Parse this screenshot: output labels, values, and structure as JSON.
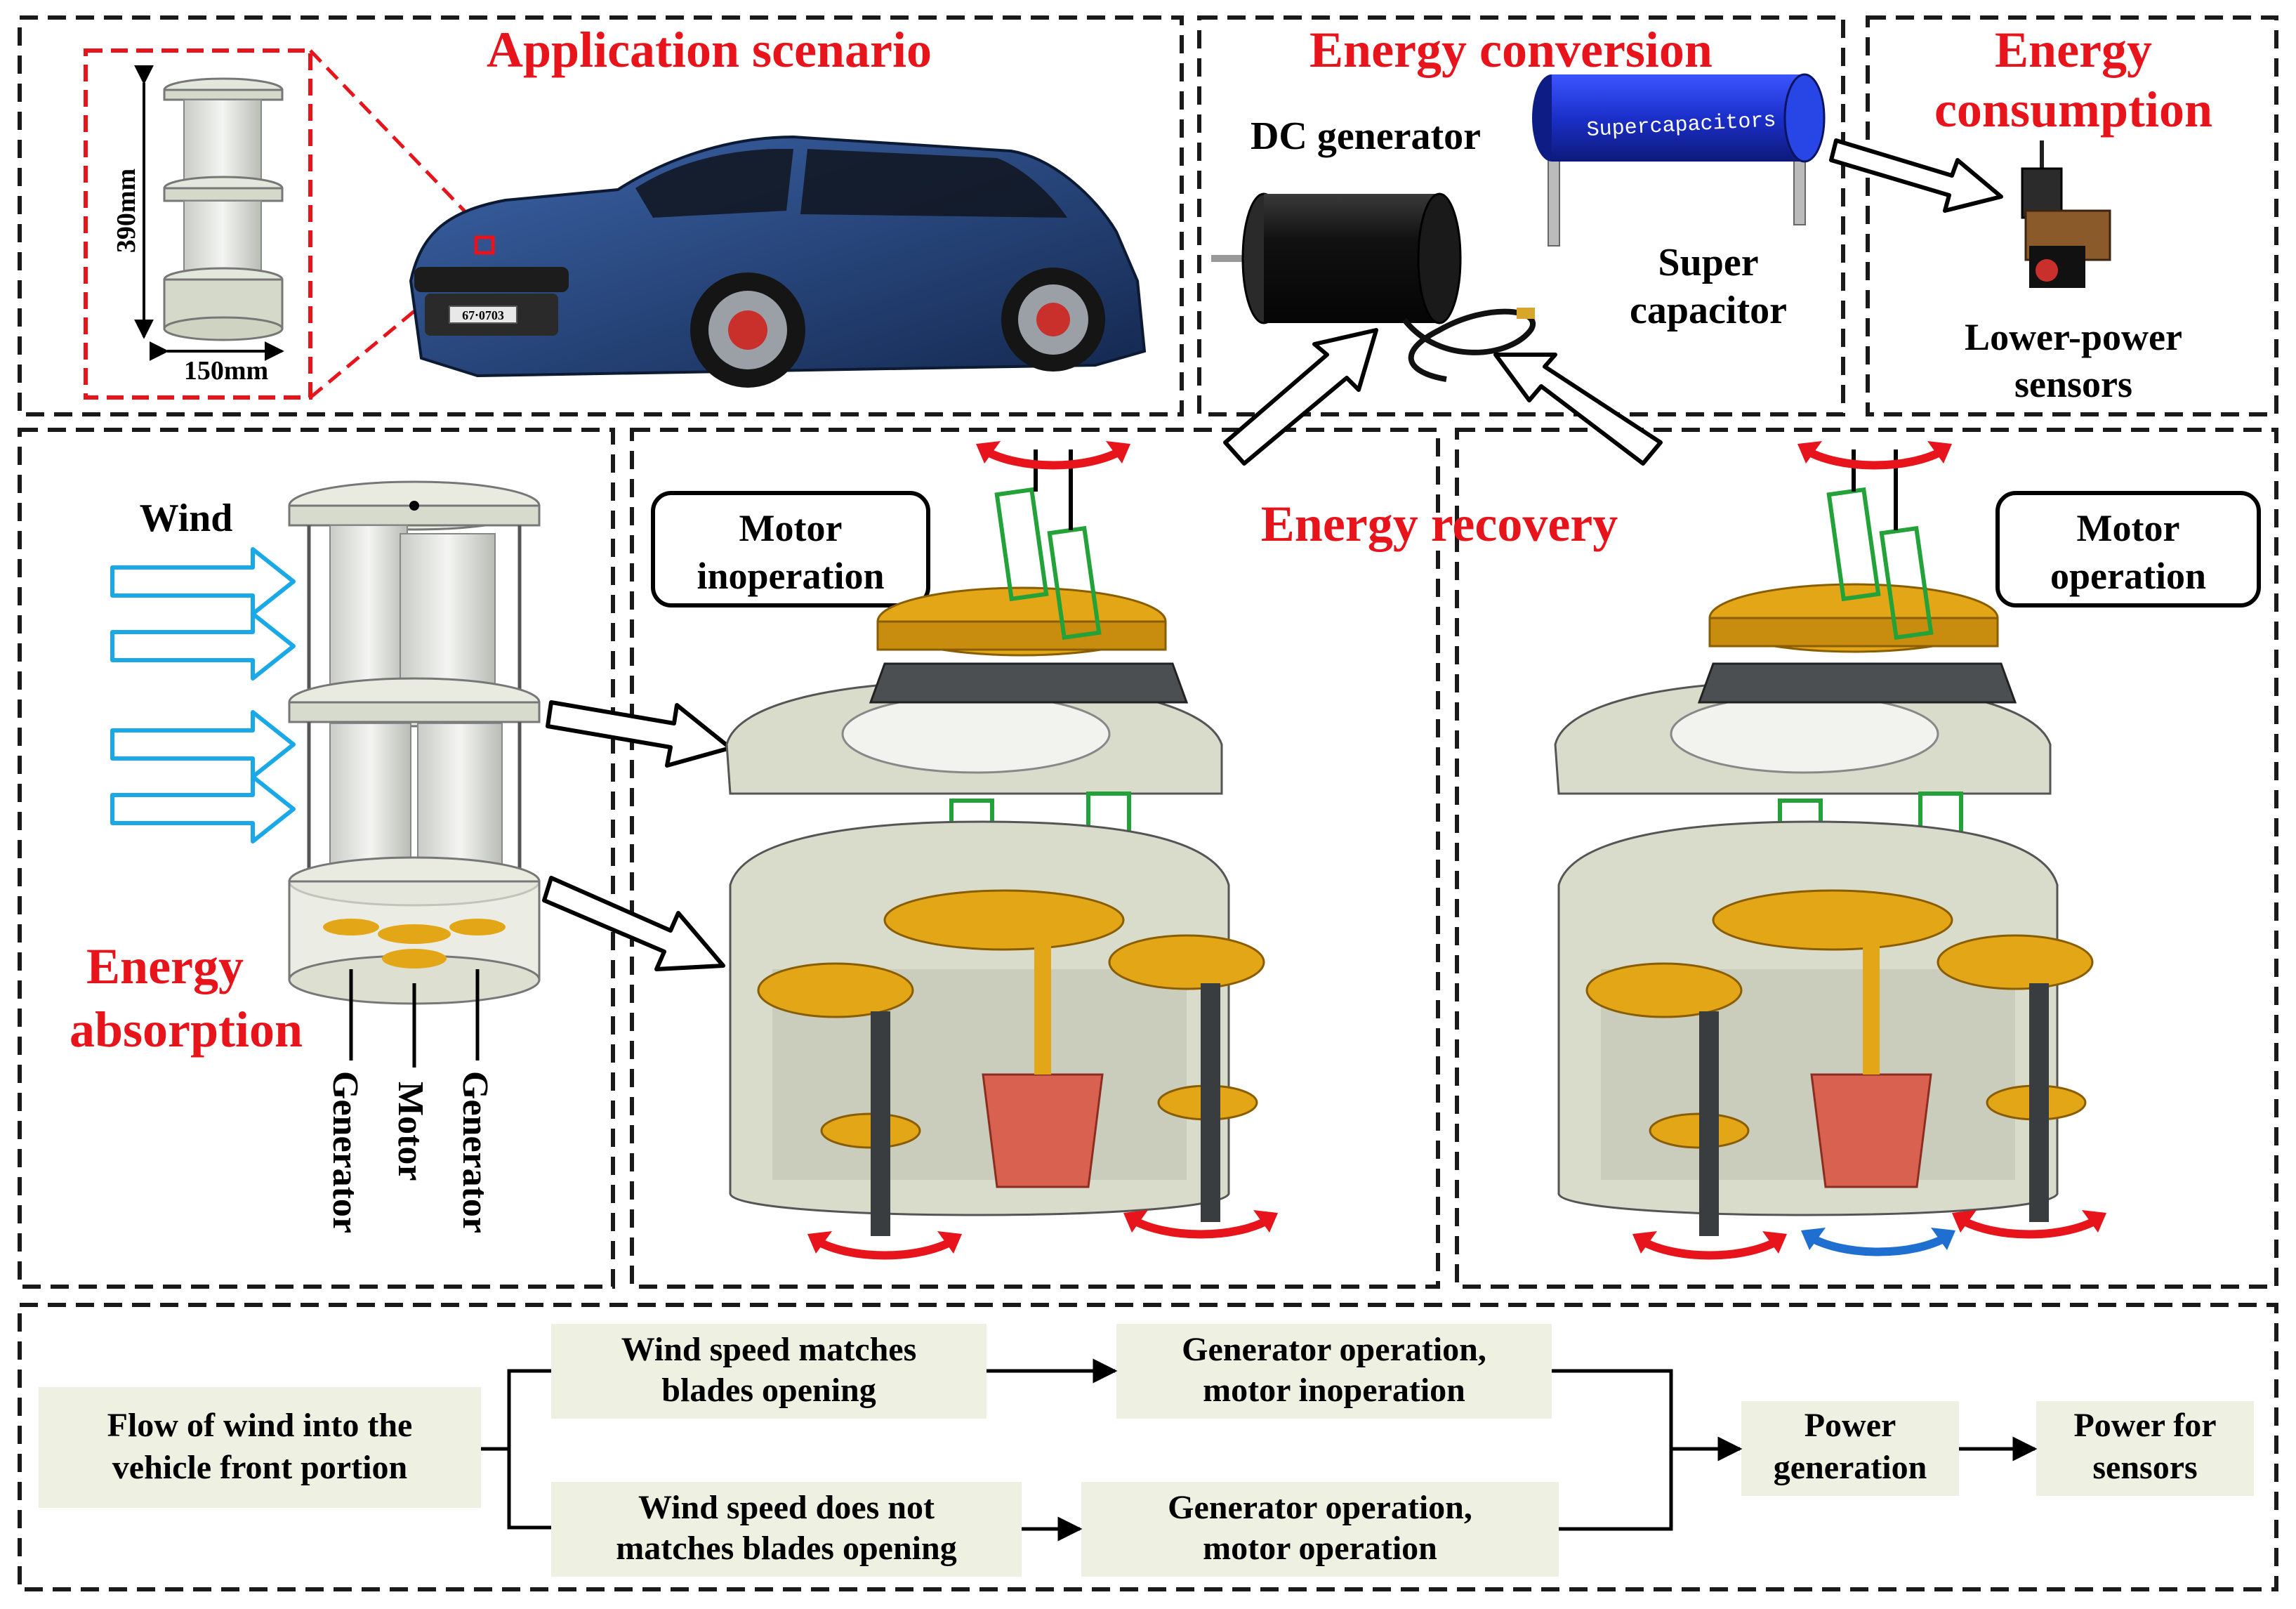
{
  "panels": {
    "application": {
      "title": "Application scenario",
      "height_label": "390mm",
      "width_label": "150mm",
      "plate_text": "67‧0703"
    },
    "conversion": {
      "title": "Energy conversion",
      "generator_label": "DC generator",
      "supercap_text": "Supercapacitors",
      "supercap_label_1": "Super",
      "supercap_label_2": "capacitor"
    },
    "consumption": {
      "title_1": "Energy",
      "title_2": "consumption",
      "sensor_label_1": "Lower-power",
      "sensor_label_2": "sensors"
    },
    "absorption": {
      "wind_label": "Wind",
      "title_1": "Energy",
      "title_2": "absorption",
      "leg_left": "Generator",
      "leg_mid": "Motor",
      "leg_right": "Generator"
    },
    "recovery": {
      "title": "Energy recovery",
      "left_box_1": "Motor",
      "left_box_2": "inoperation",
      "right_box_1": "Motor",
      "right_box_2": "operation"
    }
  },
  "flowchart": {
    "start_1": "Flow of wind into the",
    "start_2": "vehicle front portion",
    "top_cond_1": "Wind speed matches",
    "top_cond_2": "blades opening",
    "top_result_1": "Generator operation,",
    "top_result_2": "motor inoperation",
    "bottom_cond_1": "Wind speed does not",
    "bottom_cond_2": "matches blades opening",
    "bottom_result_1": "Generator operation,",
    "bottom_result_2": "motor operation",
    "power_gen_1": "Power",
    "power_gen_2": "generation",
    "power_sensors_1": "Power for",
    "power_sensors_2": "sensors"
  },
  "colors": {
    "title_red": "#e8141b",
    "arrow_red": "#e8141b",
    "arrow_blue": "#1e6fd0",
    "wind_arrow": "#1aa9e6",
    "gear_gold": "#e3a617",
    "housing": "#d9dccb",
    "box_fill": "#eef1e2",
    "supercap_blue": "#1b2fc9",
    "car_blue": "#1f3f7a",
    "frame_green": "#23a23a",
    "diff_red": "#d9614f"
  }
}
